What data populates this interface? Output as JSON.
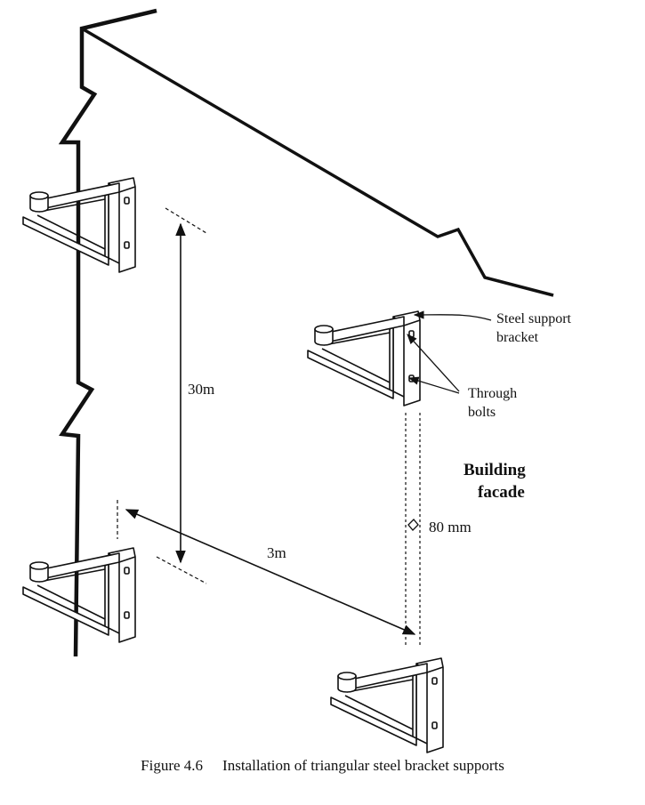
{
  "labels": {
    "bracket_line1": "Steel support",
    "bracket_line2": "bracket",
    "bolts_line1": "Through",
    "bolts_line2": "bolts",
    "facade_line1": "Building",
    "facade_line2": "facade",
    "vertical_spacing": "30m",
    "horizontal_spacing": "3m",
    "bolt_gap": "80 mm"
  },
  "caption": {
    "number": "Figure 4.6",
    "text": "Installation of triangular steel bracket supports"
  }
}
